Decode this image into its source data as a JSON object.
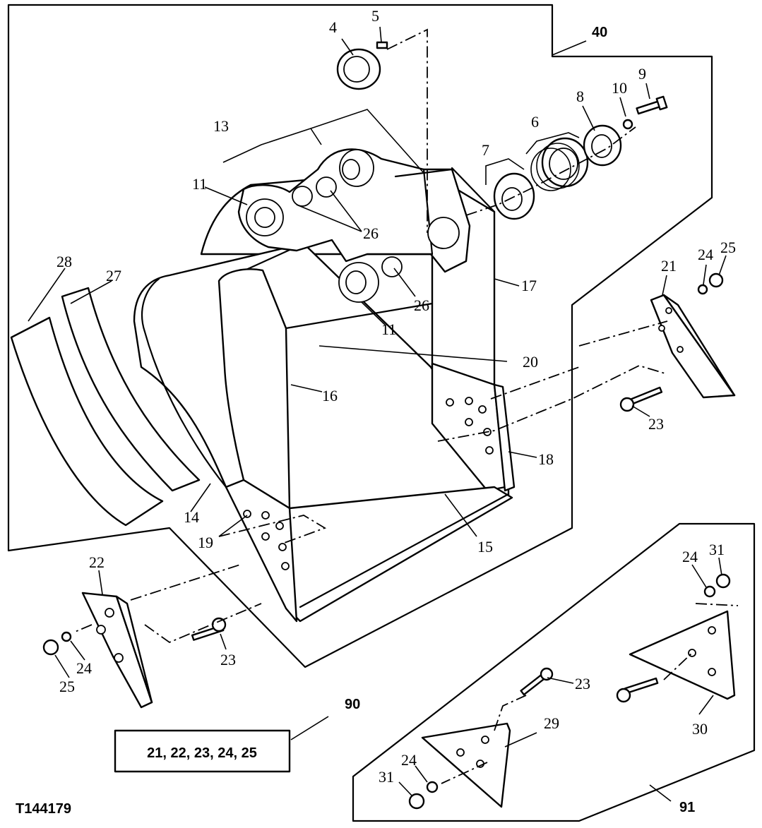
{
  "drawing_id": "T144179",
  "callouts": {
    "c1": "4",
    "c2": "5",
    "c3": "40",
    "c4": "9",
    "c5": "10",
    "c6": "8",
    "c7": "6",
    "c8": "7",
    "c9": "13",
    "c10": "11",
    "c11": "26",
    "c12": "26",
    "c13": "11",
    "c14": "17",
    "c15": "28",
    "c16": "27",
    "c17": "21",
    "c18": "24",
    "c19": "25",
    "c20": "20",
    "c21": "16",
    "c22": "23",
    "c23": "18",
    "c24": "14",
    "c25": "19",
    "c26": "15",
    "c27": "22",
    "c28": "24",
    "c29": "31",
    "c30": "24",
    "c31": "25",
    "c32": "23",
    "c33": "90",
    "c34": "23",
    "c35": "30",
    "c36": "29",
    "c37": "24",
    "c38": "31",
    "c39": "91"
  },
  "kit_box": "21, 22, 23, 24, 25"
}
